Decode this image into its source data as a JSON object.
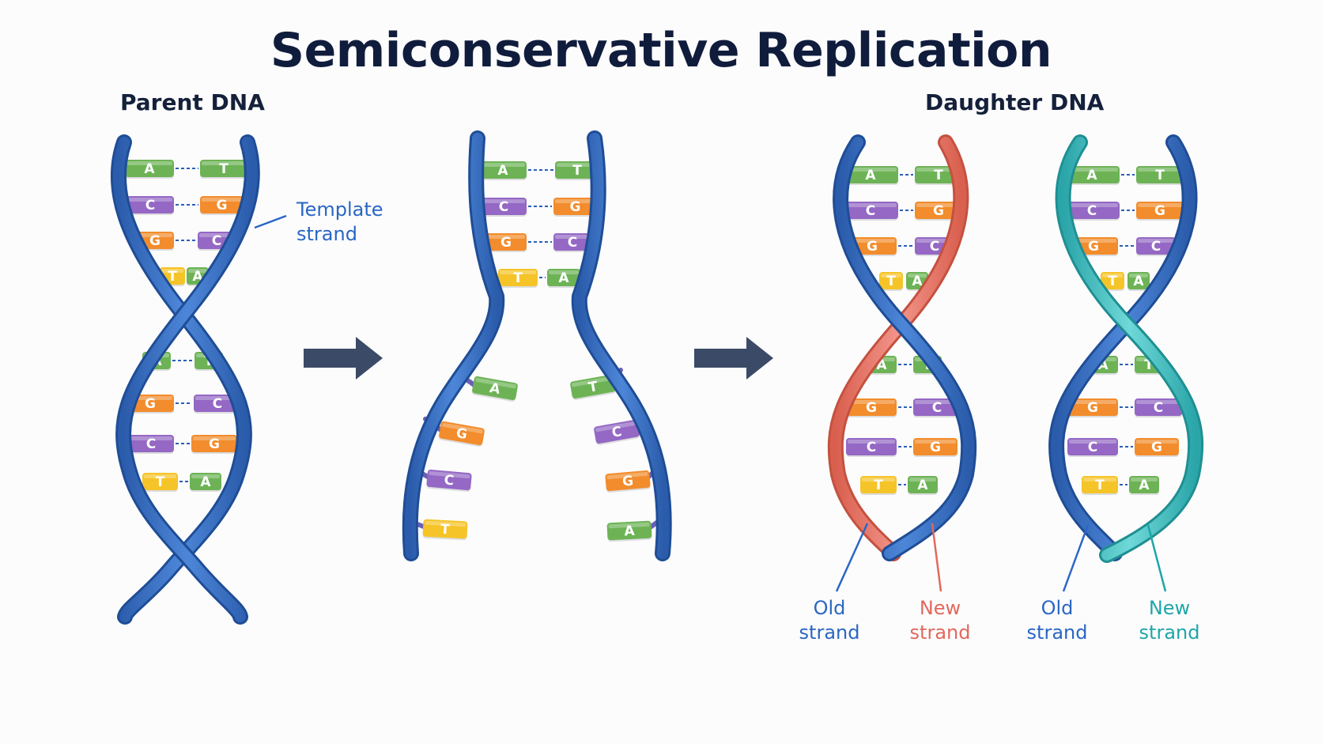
{
  "title": "Semiconservative Replication",
  "headings": {
    "parent": "Parent DNA",
    "daughter": "Daughter DNA"
  },
  "callouts": {
    "template": [
      "Template",
      "strand"
    ],
    "old_left": [
      "Old",
      "strand"
    ],
    "new_left": [
      "New",
      "strand"
    ],
    "old_right": [
      "Old",
      "strand"
    ],
    "new_right": [
      "New",
      "strand"
    ]
  },
  "colors": {
    "backbone_blue": "#3a6fc4",
    "new_strand_red": "#ec7a6c",
    "new_strand_teal": "#4cc3c4",
    "A": "#6db356",
    "T": "#6db356",
    "C": "#9468c4",
    "G": "#f28c2c",
    "T_yellow": "#f5c428",
    "arrow": "#3b4a66"
  },
  "parent_pairs": [
    [
      "A",
      "T"
    ],
    [
      "C",
      "G"
    ],
    [
      "G",
      "C"
    ],
    [
      "T",
      "A"
    ],
    [
      "A",
      "T"
    ],
    [
      "G",
      "C"
    ],
    [
      "C",
      "G"
    ],
    [
      "T",
      "A"
    ]
  ],
  "unzipping": {
    "paired": [
      [
        "A",
        "T"
      ],
      [
        "C",
        "G"
      ],
      [
        "G",
        "C"
      ],
      [
        "T",
        "A"
      ]
    ],
    "left_free": [
      "A",
      "G",
      "C",
      "T"
    ],
    "right_free": [
      "T",
      "C",
      "G",
      "A"
    ]
  },
  "daughter_pairs": [
    [
      "A",
      "T"
    ],
    [
      "C",
      "G"
    ],
    [
      "G",
      "C"
    ],
    [
      "T",
      "A"
    ],
    [
      "A",
      "T"
    ],
    [
      "G",
      "C"
    ],
    [
      "C",
      "G"
    ],
    [
      "T",
      "A"
    ]
  ],
  "icons": [
    "right-arrow-icon",
    "right-arrow-icon"
  ]
}
